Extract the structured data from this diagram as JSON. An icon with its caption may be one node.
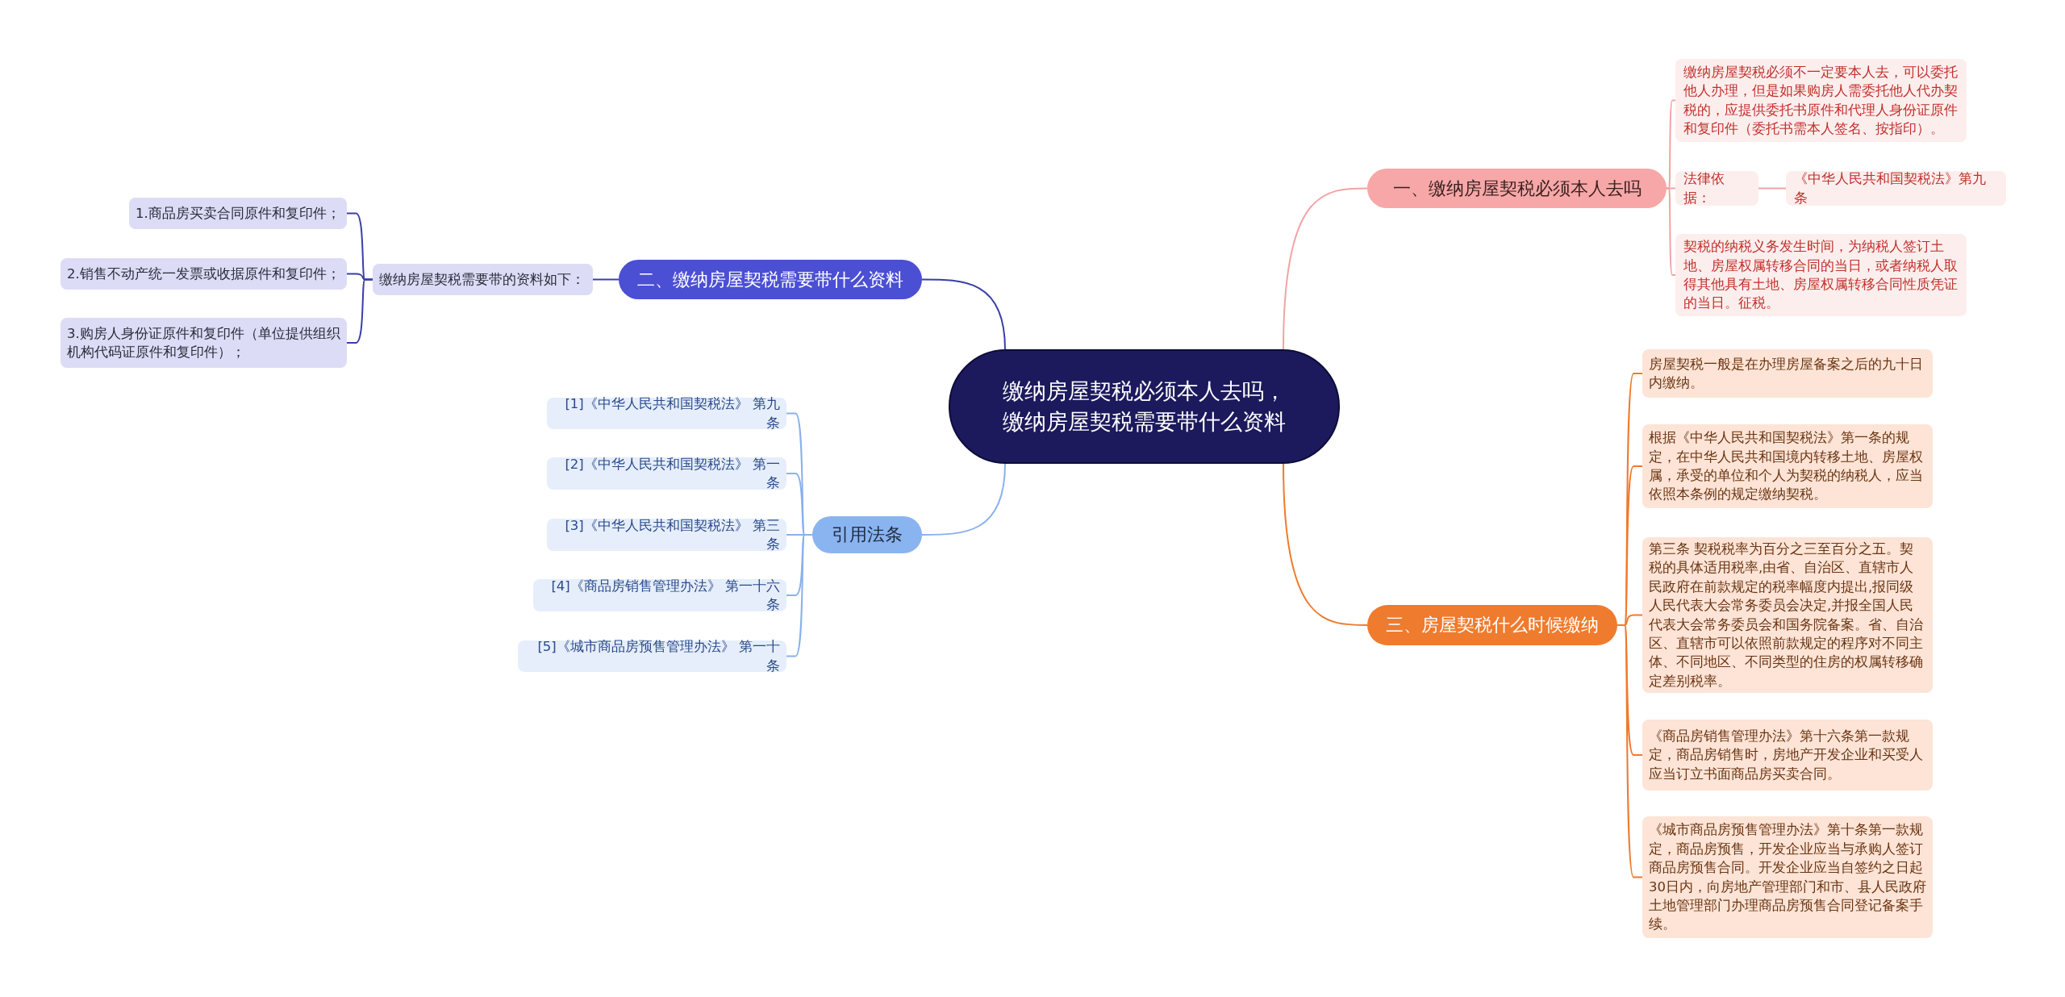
{
  "diagram": {
    "nodes": [
      {
        "text": [
          "缴纳房屋契税必须本人去吗，缴纳房屋契税需要带什么资料"
        ]
      },
      {
        "text": [
          "一、缴纳房屋契税必须本人去吗"
        ]
      },
      {
        "text": [
          "缴纳房屋契税必须不一定要本人去，可以委托他人办理，但是如果购房人需委托他人代办契税的，应提供委托书原件和代理人身份证原件和复印件（委托书需本人签名、按指印）。"
        ]
      },
      {
        "text": [
          "法律依据："
        ]
      },
      {
        "text": [
          "《中华人民共和国契税法》第九条"
        ]
      },
      {
        "text": [
          "契税的纳税义务发生时间，为纳税人签订土地、房屋权属转移合同的当日，或者纳税人取得其他具有土地、房屋权属转移合同性质凭证的当日。征税。"
        ]
      },
      {
        "text": [
          "二、缴纳房屋契税需要带什么资料"
        ]
      },
      {
        "text": [
          "缴纳房屋契税需要带的资料如下："
        ]
      },
      {
        "text": [
          "1.商品房买卖合同原件和复印件；"
        ]
      },
      {
        "text": [
          "2.销售不动产统一发票或收据原件和复印件；"
        ]
      },
      {
        "text": [
          "3.购房人身份证原件和复印件（单位提供组织机构代码证原件和复印件）；"
        ]
      },
      {
        "text": [
          "引用法条"
        ]
      },
      {
        "text": [
          "[1]《中华人民共和国契税法》 第九条"
        ]
      },
      {
        "text": [
          "[2]《中华人民共和国契税法》 第一条"
        ]
      },
      {
        "text": [
          "[3]《中华人民共和国契税法》 第三条"
        ]
      },
      {
        "text": [
          "[4]《商品房销售管理办法》 第一十六条"
        ]
      },
      {
        "text": [
          "[5]《城市商品房预售管理办法》 第一十条"
        ]
      },
      {
        "text": [
          "三、房屋契税什么时候缴纳"
        ]
      },
      {
        "text": [
          "房屋契税一般是在办理房屋备案之后的九十日内缴纳。"
        ]
      },
      {
        "text": [
          "根据《中华人民共和国契税法》第一条的规定，在中华人民共和国境内转移土地、房屋权属，承受的单位和个人为契税的纳税人，应当依照本条例的规定缴纳契税。"
        ]
      },
      {
        "text": [
          "第三条 契税税率为百分之三至百分之五。契税的具体适用税率,由省、自治区、直辖市人民政府在前款规定的税率幅度内提出,报同级人民代表大会常务委员会决定,并报全国人民代表大会常务委员会和国务院备案。省、自治区、直辖市可以依照前款规定的程序对不同主体、不同地区、不同类型的住房的权属转移确定差别税率。"
        ]
      },
      {
        "text": [
          "《商品房销售管理办法》第十六条第一款规定，商品房销售时，房地产开发企业和买受人应当订立书面商品房买卖合同。"
        ]
      },
      {
        "text": [
          "《城市商品房预售管理办法》第十条第一款规定，商品房预售，开发企业应当与承购人签订商品房预售合同。开发企业应当自签约之日起30日内，向房地产管理部门和市、县人民政府土地管理部门办理商品房预售合同登记备案手续。"
        ]
      }
    ],
    "edges": [
      {
        "from": 0,
        "to": 1,
        "arrow": "none",
        "color": "#f2a3a3"
      },
      {
        "from": 1,
        "to": 2,
        "arrow": "none",
        "color": "#f2a3a3"
      },
      {
        "from": 1,
        "to": 3,
        "arrow": "none",
        "color": "#f2a3a3"
      },
      {
        "from": 3,
        "to": 4,
        "arrow": "none",
        "color": "#f2a3a3"
      },
      {
        "from": 1,
        "to": 5,
        "arrow": "none",
        "color": "#f2a3a3"
      },
      {
        "from": 0,
        "to": 6,
        "arrow": "none",
        "color": "#3a3ea8"
      },
      {
        "from": 6,
        "to": 7,
        "arrow": "none",
        "color": "#3a3ea8"
      },
      {
        "from": 7,
        "to": 8,
        "arrow": "none",
        "color": "#3a3ea8"
      },
      {
        "from": 7,
        "to": 9,
        "arrow": "none",
        "color": "#3a3ea8"
      },
      {
        "from": 7,
        "to": 10,
        "arrow": "none",
        "color": "#3a3ea8"
      },
      {
        "from": 0,
        "to": 11,
        "arrow": "none",
        "color": "#8ab0ec"
      },
      {
        "from": 11,
        "to": 12,
        "arrow": "none",
        "color": "#8ab0ec"
      },
      {
        "from": 11,
        "to": 13,
        "arrow": "none",
        "color": "#8ab0ec"
      },
      {
        "from": 11,
        "to": 14,
        "arrow": "none",
        "color": "#8ab0ec"
      },
      {
        "from": 11,
        "to": 15,
        "arrow": "none",
        "color": "#8ab0ec"
      },
      {
        "from": 11,
        "to": 16,
        "arrow": "none",
        "color": "#8ab0ec"
      },
      {
        "from": 0,
        "to": 17,
        "arrow": "none",
        "color": "#ee7a2e"
      },
      {
        "from": 17,
        "to": 18,
        "arrow": "none",
        "color": "#ee7a2e"
      },
      {
        "from": 17,
        "to": 19,
        "arrow": "none",
        "color": "#ee7a2e"
      },
      {
        "from": 17,
        "to": 20,
        "arrow": "none",
        "color": "#ee7a2e"
      },
      {
        "from": 17,
        "to": 21,
        "arrow": "none",
        "color": "#ee7a2e"
      },
      {
        "from": 17,
        "to": 22,
        "arrow": "none",
        "color": "#ee7a2e"
      }
    ]
  }
}
